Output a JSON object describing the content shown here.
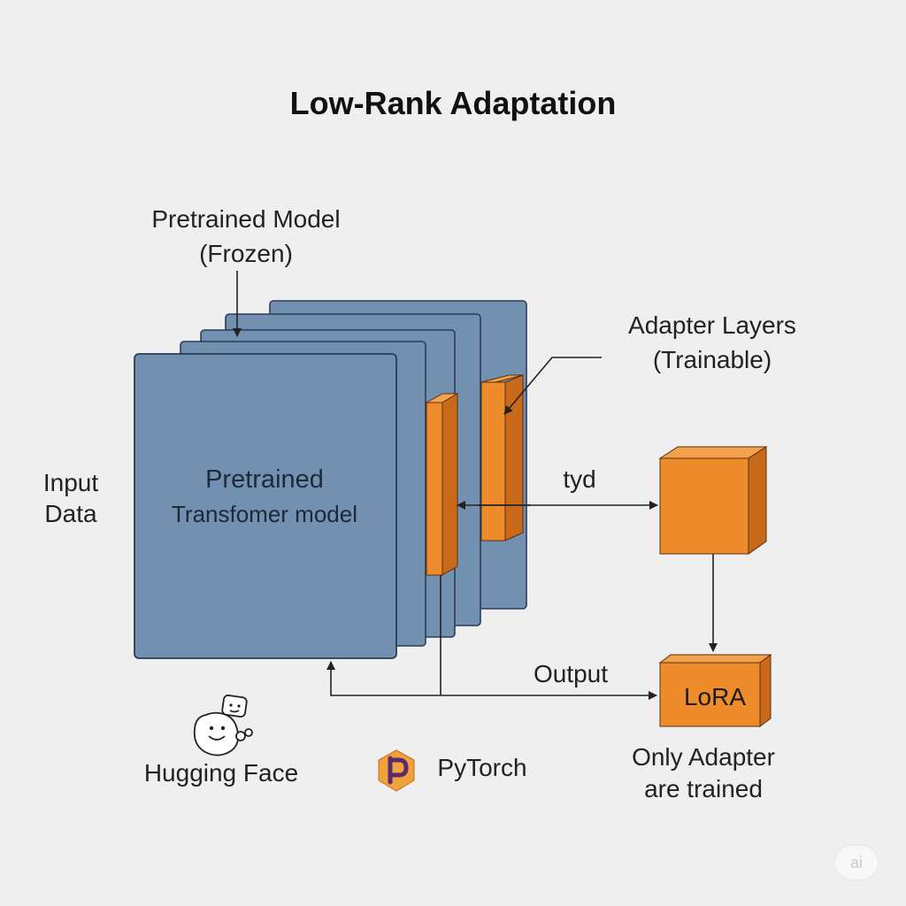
{
  "title": "Low-Rank Adaptation",
  "frozen_model": {
    "line1": "Pretrained Model",
    "line2": "(Frozen)"
  },
  "adapter_layers": {
    "line1": "Adapter Layers",
    "line2": "(Trainable)"
  },
  "input": {
    "line1": "Input",
    "line2": "Data"
  },
  "model_box": {
    "line1": "Pretrained",
    "line2": "Transfomer model"
  },
  "edge_label": "tyd",
  "output_label": "Output",
  "lora_box": "LoRA",
  "note": {
    "line1": "Only Adapter",
    "line2": "are trained"
  },
  "logos": {
    "hugging_face": "Hugging Face",
    "pytorch": "PyTorch"
  },
  "badge": "ai",
  "colors": {
    "background": "#efefef",
    "layer_blue": "#7290b0",
    "layer_border": "#2b3d55",
    "adapter_orange": "#ee8b2a",
    "adapter_orange_dark": "#c9691a",
    "pytorch_purple": "#5b2a6e"
  },
  "icons": [
    "hugging-face-icon",
    "pytorch-icon",
    "arrow-icon"
  ]
}
